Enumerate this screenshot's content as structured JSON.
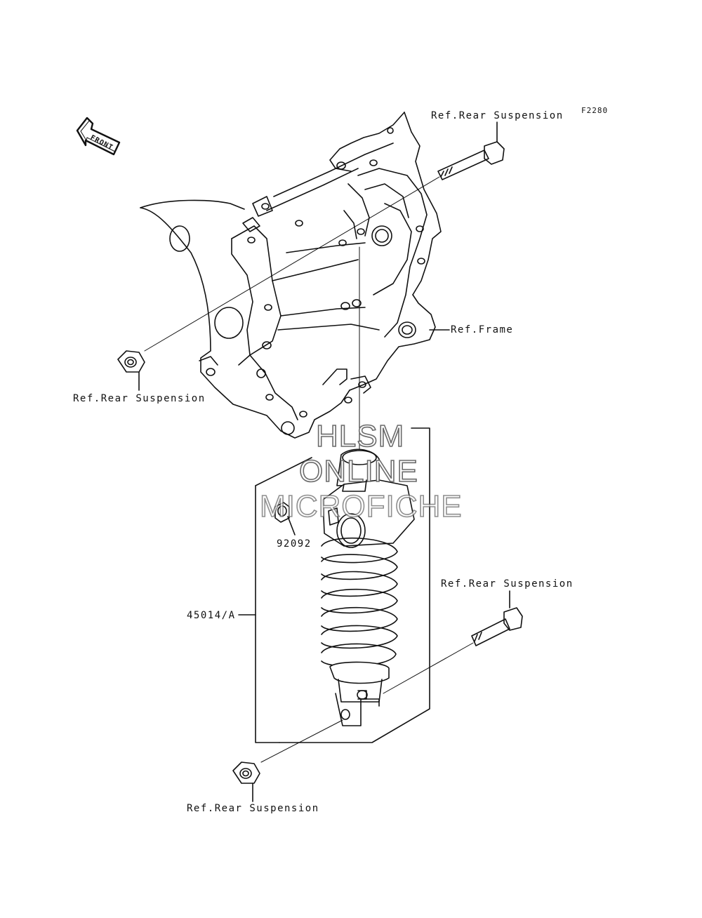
{
  "figure_code": "F2280",
  "labels": {
    "ref_rear_susp_top": "Ref.Rear Suspension",
    "ref_rear_susp_left": "Ref.Rear Suspension",
    "ref_frame": "Ref.Frame",
    "ref_rear_susp_right": "Ref.Rear Suspension",
    "ref_rear_susp_bottom": "Ref.Rear Suspension",
    "part_92092": "92092",
    "part_45014": "45014/A"
  },
  "front_arrow_text": "FRONT",
  "watermark": {
    "line1": "HLSM",
    "line2": "ONLINE",
    "line3": "MICROFICHE"
  }
}
